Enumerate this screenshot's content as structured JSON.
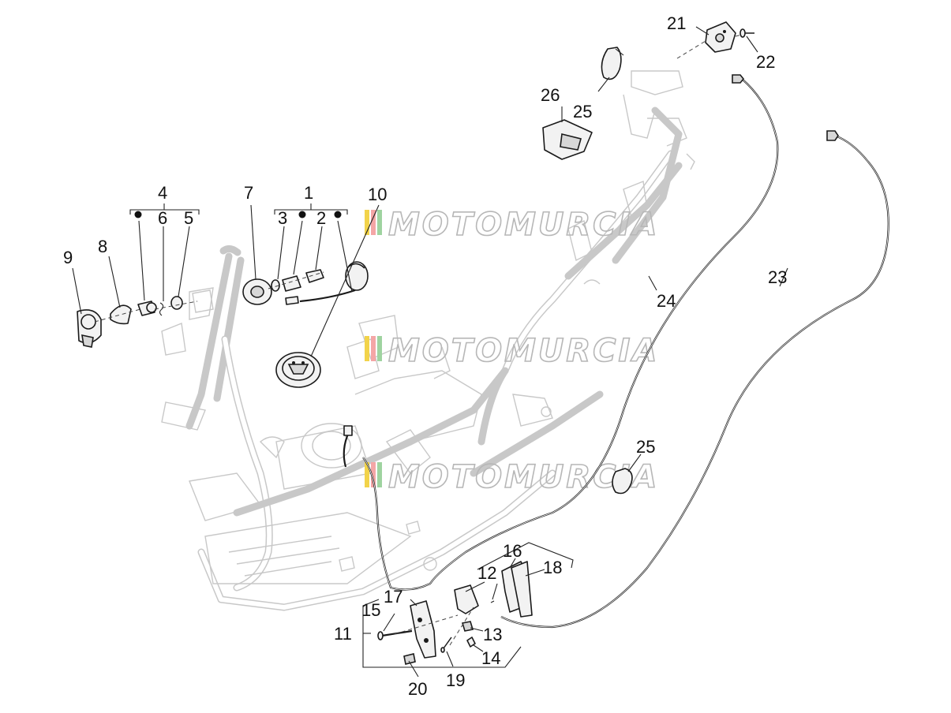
{
  "watermark": {
    "text": "MOTOMURCIA",
    "stripe_colors": [
      "#f2d34a",
      "#f4a6a6",
      "#9fd3a0"
    ]
  },
  "callouts": {
    "c1": "1",
    "c2": "2",
    "c3": "3",
    "c4": "4",
    "c5": "5",
    "c6": "6",
    "c7": "7",
    "c8": "8",
    "c9": "9",
    "c10": "10",
    "c11": "11",
    "c12": "12",
    "c13": "13",
    "c14": "14",
    "c15": "15",
    "c16": "16",
    "c17": "17",
    "c18": "18",
    "c19": "19",
    "c20": "20",
    "c21": "21",
    "c22": "22",
    "c23": "23",
    "c24": "24",
    "c25a": "25",
    "c25b": "25",
    "c26": "26"
  }
}
